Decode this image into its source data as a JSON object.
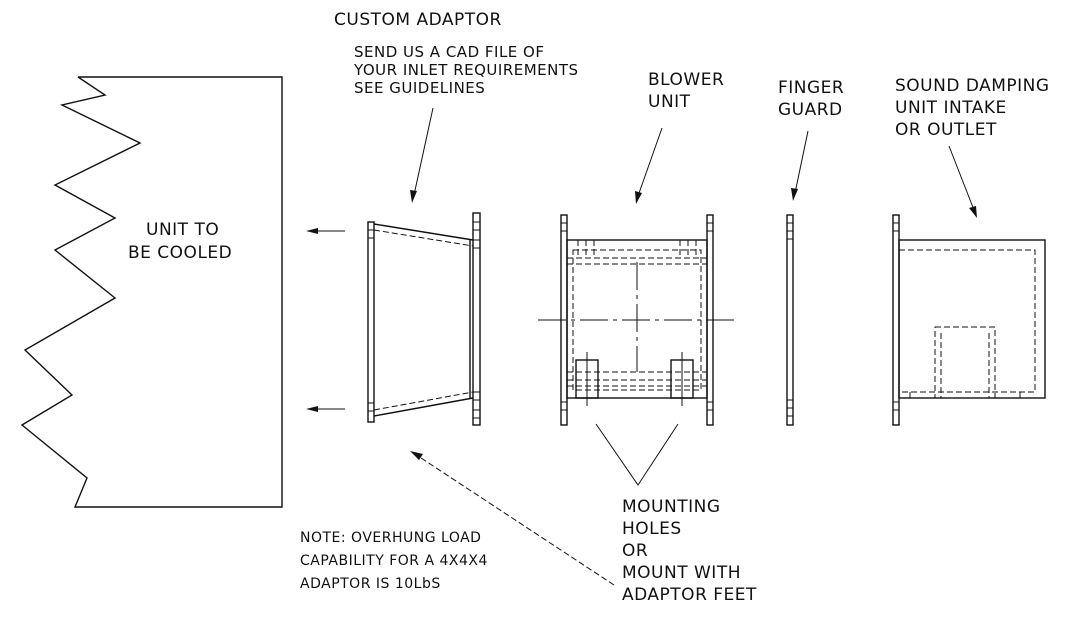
{
  "labels": {
    "custom_adaptor": "CUSTOM ADAPTOR",
    "send_cad": [
      "SEND US A CAD FILE OF",
      "YOUR INLET REQUIREMENTS",
      "SEE GUIDELINES"
    ],
    "blower_unit": [
      "BLOWER",
      "UNIT"
    ],
    "finger_guard": [
      "FINGER",
      "GUARD"
    ],
    "sound_damping": [
      "SOUND DAMPING",
      "UNIT INTAKE",
      "OR OUTLET"
    ],
    "unit_to_be_cooled": [
      "UNIT TO",
      "BE COOLED"
    ],
    "mounting": [
      "MOUNTING",
      "HOLES",
      "OR",
      "MOUNT WITH",
      "ADAPTOR FEET"
    ],
    "note": [
      "NOTE: OVERHUNG LOAD",
      "CAPABILITY FOR A 4X4X4",
      "ADAPTOR IS 10LbS"
    ]
  },
  "colors": {
    "line": "#111111",
    "background": "#ffffff"
  }
}
